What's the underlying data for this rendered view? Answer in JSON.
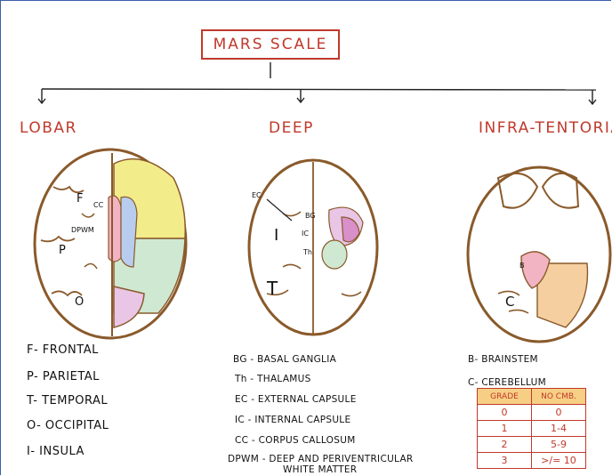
{
  "title": "MARS SCALE",
  "headings": {
    "lobar": "LOBAR",
    "deep": "DEEP",
    "infra": "INFRA-TENTORIAL"
  },
  "lobar_labels": {
    "f": "F",
    "cc": "CC",
    "dpwm": "DPWM",
    "p": "P",
    "o": "O"
  },
  "deep_labels": {
    "ec": "EC",
    "bg": "BG",
    "ic": "IC",
    "th": "Th",
    "i": "I",
    "t": "T"
  },
  "infra_labels": {
    "b": "B",
    "c": "C"
  },
  "lobar_legend": [
    "F- FRONTAL",
    "P- PARIETAL",
    "T- TEMPORAL",
    "O- OCCIPITAL",
    "I- INSULA"
  ],
  "deep_legend": [
    "BG - BASAL GANGLIA",
    "Th - THALAMUS",
    "EC - EXTERNAL CAPSULE",
    "IC - INTERNAL CAPSULE",
    "CC - CORPUS CALLOSUM",
    "DPWM - DEEP AND PERIVENTRICULAR",
    "WHITE MATTER"
  ],
  "infra_legend": [
    "B- BRAINSTEM",
    "C- CEREBELLUM"
  ],
  "grade_table": {
    "headers": [
      "GRADE",
      "NO CMB."
    ],
    "rows": [
      [
        "0",
        "0"
      ],
      [
        "1",
        "1-4"
      ],
      [
        "2",
        "5-9"
      ],
      [
        "3",
        ">/= 10"
      ]
    ]
  },
  "colors": {
    "accent": "#c0392b",
    "outline": "#8a5a2b",
    "frontal": "#f3ec8a",
    "parietal_region": "#cfe8d2",
    "occipital_region": "#e9c6e6",
    "cc_region": "#f2b3c3",
    "dpwm_region": "#b8cdee",
    "bg_region": "#d98fc9",
    "th_region": "#cfe8d2",
    "brainstem": "#f2b3c3",
    "cerebellum": "#f5cfa0",
    "grade_header": "#f7cf84"
  }
}
